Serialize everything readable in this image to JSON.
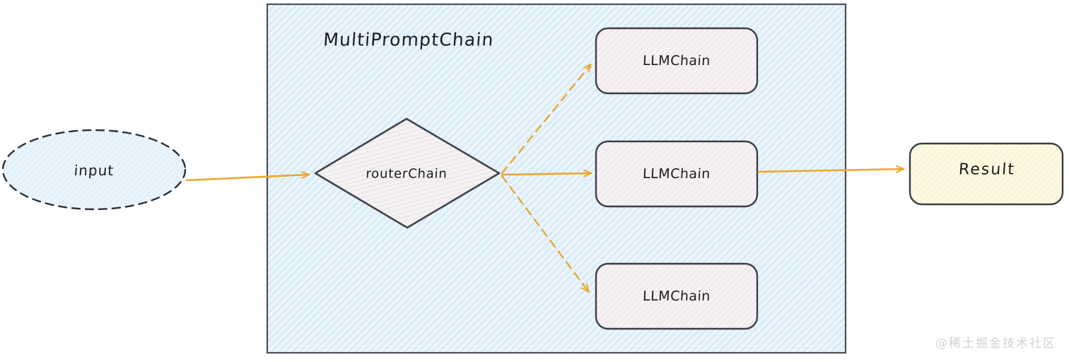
{
  "diagram": {
    "title_visible": false,
    "container": {
      "label": "MultiPromptChain",
      "fill": "#ddeefb",
      "stroke": "#3a3f45"
    },
    "nodes": {
      "input": {
        "label": "input",
        "shape": "ellipse",
        "border_style": "dashed",
        "fill": "#dcecfa",
        "stroke": "#2b2f36"
      },
      "router": {
        "label": "routerChain",
        "shape": "diamond",
        "fill": "#f2eef0",
        "stroke": "#3a3f45"
      },
      "llm_chains": [
        {
          "label": "LLMChain",
          "shape": "rounded-rect",
          "fill": "#f3ecef",
          "stroke": "#3a3f45"
        },
        {
          "label": "LLMChain",
          "shape": "rounded-rect",
          "fill": "#f3ecef",
          "stroke": "#3a3f45"
        },
        {
          "label": "LLMChain",
          "shape": "rounded-rect",
          "fill": "#f3ecef",
          "stroke": "#3a3f45"
        }
      ],
      "result": {
        "label": "Result",
        "shape": "rounded-rect",
        "fill": "#fcf7dd",
        "stroke": "#3a3f45"
      }
    },
    "edges": [
      {
        "from": "input",
        "to": "router",
        "style": "solid",
        "color": "#eda62c"
      },
      {
        "from": "router",
        "to": "llm_chain_top",
        "style": "dashed",
        "color": "#eda62c"
      },
      {
        "from": "router",
        "to": "llm_chain_middle",
        "style": "solid",
        "color": "#eda62c"
      },
      {
        "from": "router",
        "to": "llm_chain_bottom",
        "style": "dashed",
        "color": "#eda62c"
      },
      {
        "from": "llm_chain_middle",
        "to": "result",
        "style": "solid",
        "color": "#eda62c"
      }
    ],
    "watermark": "@稀土掘金技术社区"
  }
}
